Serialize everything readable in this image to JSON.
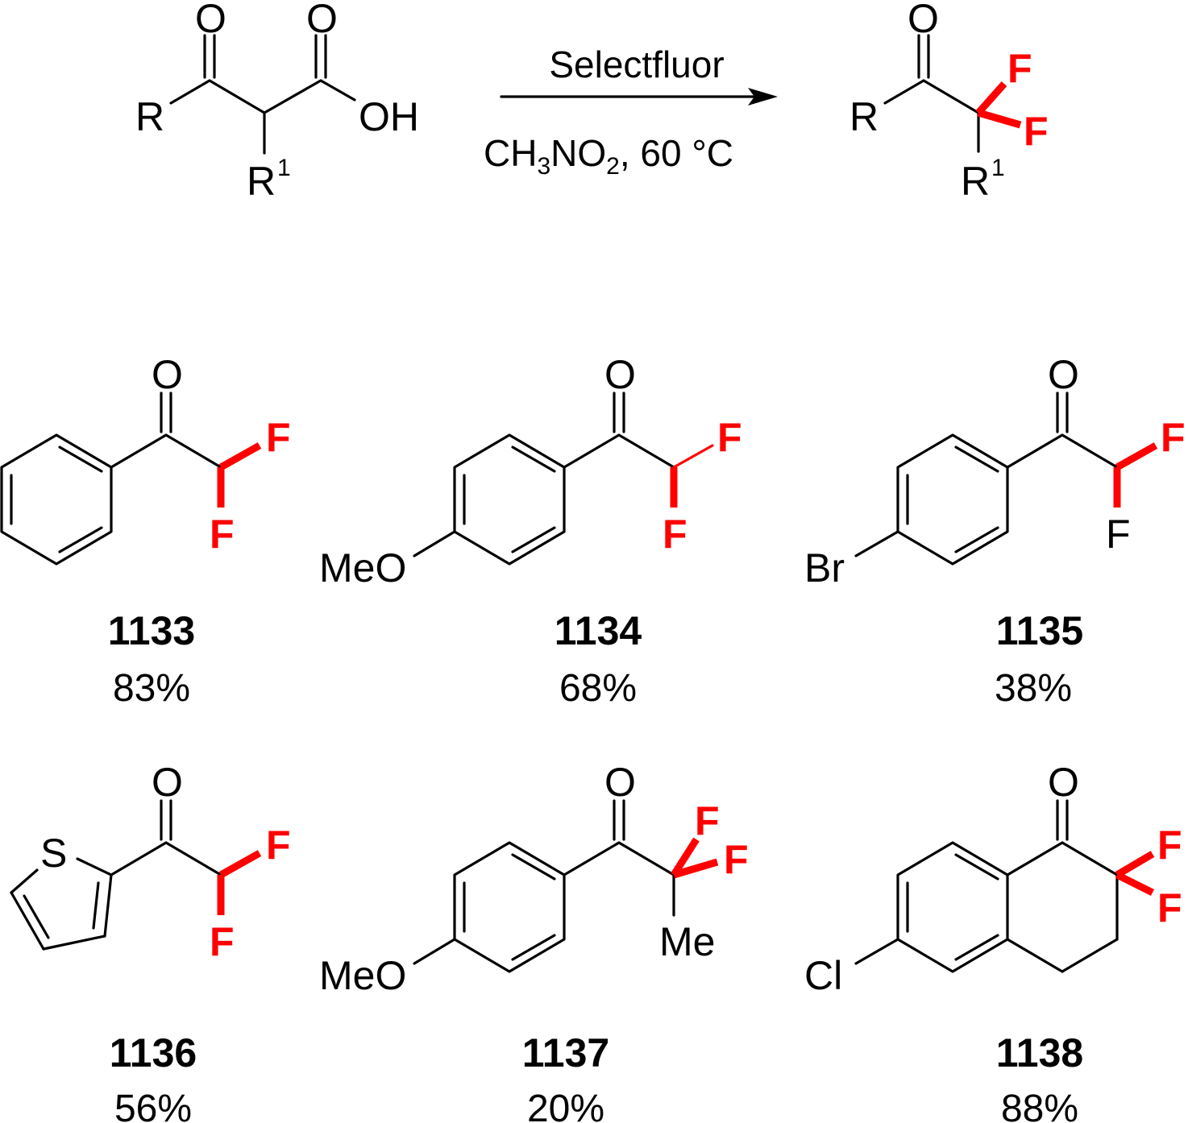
{
  "scheme": {
    "reagent": "Selectfluor",
    "conditions": {
      "solvent_parts": [
        "CH",
        "3",
        "NO",
        "2"
      ],
      "rest": ", 60 °C"
    },
    "reactant_labels": {
      "R": "R",
      "R1": "R",
      "R1_sup": "1",
      "O_ketone": "O",
      "O_acid": "O",
      "OH": "OH"
    },
    "product_labels": {
      "R": "R",
      "R1": "R",
      "R1_sup": "1",
      "O": "O",
      "F1": "F",
      "F2": "F"
    }
  },
  "compounds": [
    {
      "id": "1133",
      "yield": "83%",
      "labels": {
        "O": "O",
        "F1": "F",
        "F2": "F"
      }
    },
    {
      "id": "1134",
      "yield": "68%",
      "labels": {
        "O": "O",
        "F1": "F",
        "F2": "F",
        "sub": "MeO"
      }
    },
    {
      "id": "1135",
      "yield": "38%",
      "labels": {
        "O": "O",
        "F1": "F",
        "F2": "F",
        "sub": "Br"
      }
    },
    {
      "id": "1136",
      "yield": "56%",
      "labels": {
        "O": "O",
        "F1": "F",
        "F2": "F",
        "S": "S"
      }
    },
    {
      "id": "1137",
      "yield": "20%",
      "labels": {
        "O": "O",
        "F1": "F",
        "F2": "F",
        "sub": "MeO",
        "Me": "Me"
      }
    },
    {
      "id": "1138",
      "yield": "88%",
      "labels": {
        "O": "O",
        "F1": "F",
        "F2": "F",
        "sub": "Cl"
      }
    }
  ],
  "colors": {
    "fluorine_highlight": "#ff0000",
    "bonds": "#000000"
  }
}
